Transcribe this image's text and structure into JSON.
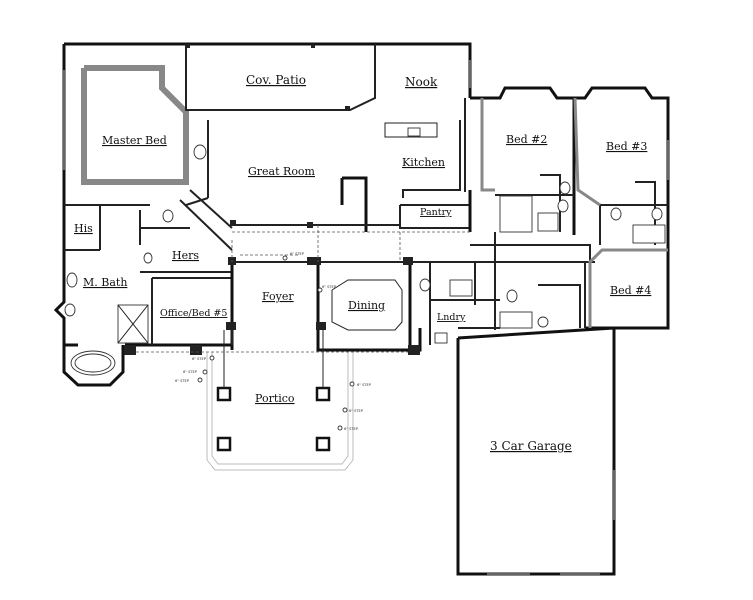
{
  "rooms": {
    "cov_patio": "Cov. Patio",
    "nook": "Nook",
    "master_bed": "Master Bed",
    "great_room": "Great Room",
    "kitchen": "Kitchen",
    "bed2": "Bed #2",
    "bed3": "Bed #3",
    "pantry": "Pantry",
    "his": "His",
    "hers": "Hers",
    "m_bath": "M. Bath",
    "foyer": "Foyer",
    "dining": "Dining",
    "office_bed5": "Office/Bed #5",
    "lndry": "Lndry",
    "bed4": "Bed #4",
    "portico": "Portico",
    "garage": "3 Car Garage"
  },
  "steps": {
    "step_label": "6\" STEP"
  }
}
